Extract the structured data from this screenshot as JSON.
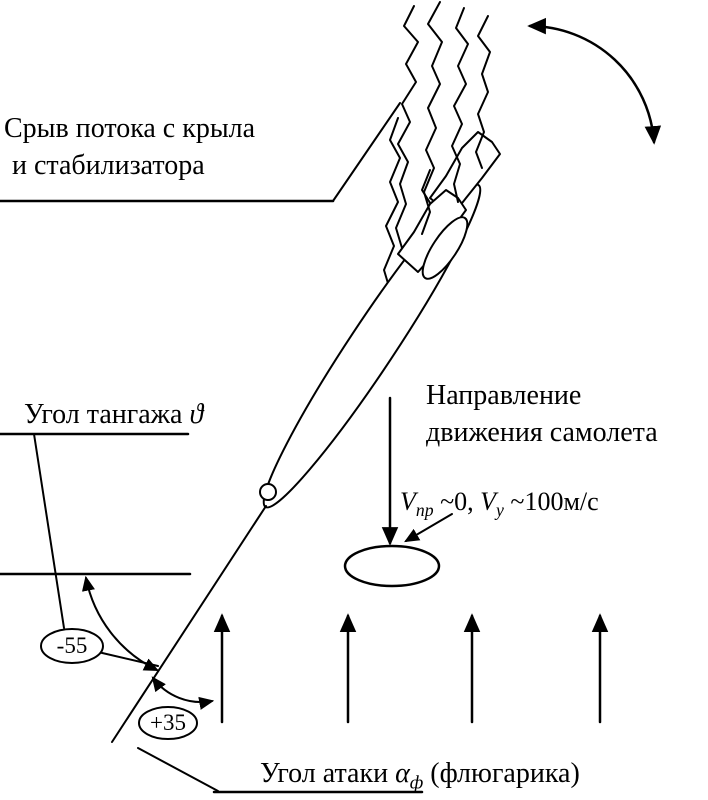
{
  "figure": {
    "separation": {
      "line1": "Срыв потока с крыла",
      "line2": "и стабилизатора"
    },
    "pitch": {
      "label": "Угол тангажа ",
      "symbol": "ϑ",
      "value": "-55"
    },
    "aoa": {
      "value": "+35"
    },
    "attack": {
      "prefix": "Угол атаки ",
      "alpha": "α",
      "subscript": "ф",
      "suffix": " (флюгарика)"
    },
    "direction": {
      "line1": "Направление",
      "line2": "движения самолета"
    },
    "velocity": {
      "symbol1": "V",
      "subscript1": "пр",
      "value1": " ~0, ",
      "symbol2": "V",
      "subscript2": "у",
      "value2": " ~100м/с"
    }
  },
  "icons": {
    "airflow-arrow": "up-arrow",
    "descent-arrow": "down-arrow",
    "velocity-pointer-arrow": "down-left-arrow",
    "oscillation-double-arrow": "curved-double-headed-arrow",
    "pitch-angle-arc": "double-headed-angle-arc",
    "aoa-angle-arc": "double-headed-angle-arc"
  },
  "colors": {
    "ink": "#000000",
    "background": "#ffffff"
  }
}
